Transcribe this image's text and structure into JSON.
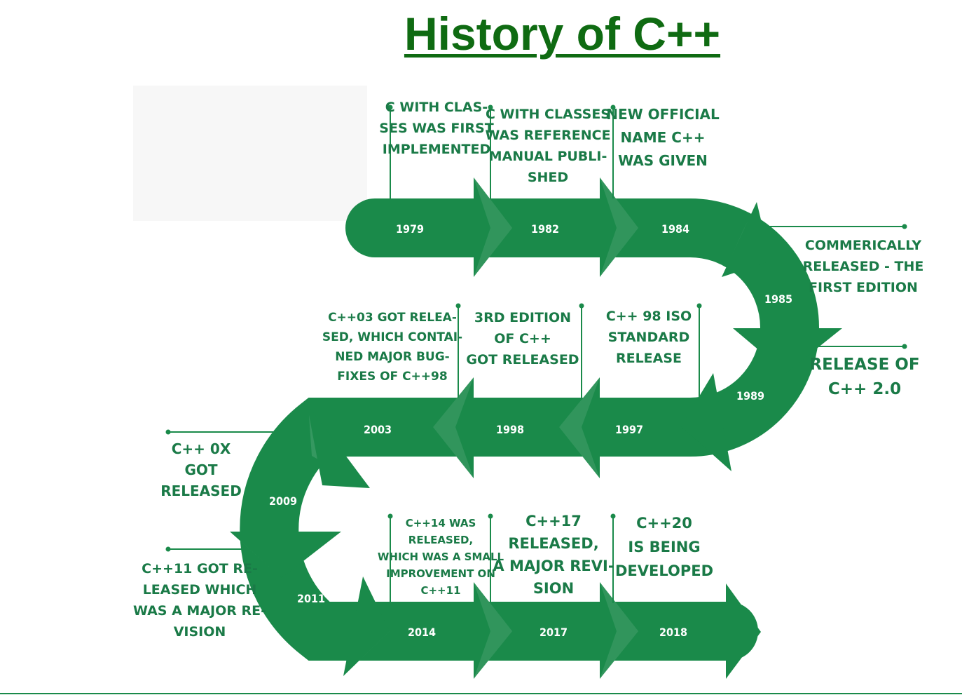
{
  "title": "History of C++",
  "colors": {
    "title": "#0f6b12",
    "band": "#1a8a4a",
    "text": "#1a7a47"
  },
  "events": [
    {
      "year": "1979",
      "lines": [
        "C WITH CLAS-",
        "SES WAS FIRST",
        "IMPLEMENTED"
      ]
    },
    {
      "year": "1982",
      "lines": [
        "C WITH CLASSES",
        "WAS REFERENCE",
        "MANUAL PUBLI-",
        "SHED"
      ]
    },
    {
      "year": "1984",
      "lines": [
        "NEW OFFICIAL",
        "NAME C++",
        "WAS GIVEN"
      ]
    },
    {
      "year": "1985",
      "lines": [
        "COMMERICALLY",
        "RELEASED - THE",
        "FIRST EDITION"
      ]
    },
    {
      "year": "1989",
      "lines": [
        "RELEASE OF",
        "C++ 2.0"
      ]
    },
    {
      "year": "1997",
      "lines": [
        "C++ 98 ISO",
        "STANDARD",
        "RELEASE"
      ]
    },
    {
      "year": "1998",
      "lines": [
        "3RD EDITION",
        "OF C++",
        "GOT RELEASED"
      ]
    },
    {
      "year": "2003",
      "lines": [
        "C++03 GOT RELEA-",
        "SED, WHICH CONTAI-",
        "NED MAJOR BUG-",
        "FIXES OF C++98"
      ]
    },
    {
      "year": "2009",
      "lines": [
        "C++ 0X",
        "GOT",
        "RELEASED"
      ]
    },
    {
      "year": "2011",
      "lines": [
        "C++11 GOT RE-",
        "LEASED WHICH",
        "WAS A MAJOR RE-",
        "VISION"
      ]
    },
    {
      "year": "2014",
      "lines": [
        "C++14 WAS",
        "RELEASED,",
        "WHICH WAS A SMALL",
        "IMPROVEMENT ON",
        "C++11"
      ]
    },
    {
      "year": "2017",
      "lines": [
        "C++17",
        "RELEASED,",
        "A MAJOR REVI-",
        "SION"
      ]
    },
    {
      "year": "2018",
      "lines": [
        "C++20",
        "IS BEING",
        "DEVELOPED"
      ]
    }
  ]
}
